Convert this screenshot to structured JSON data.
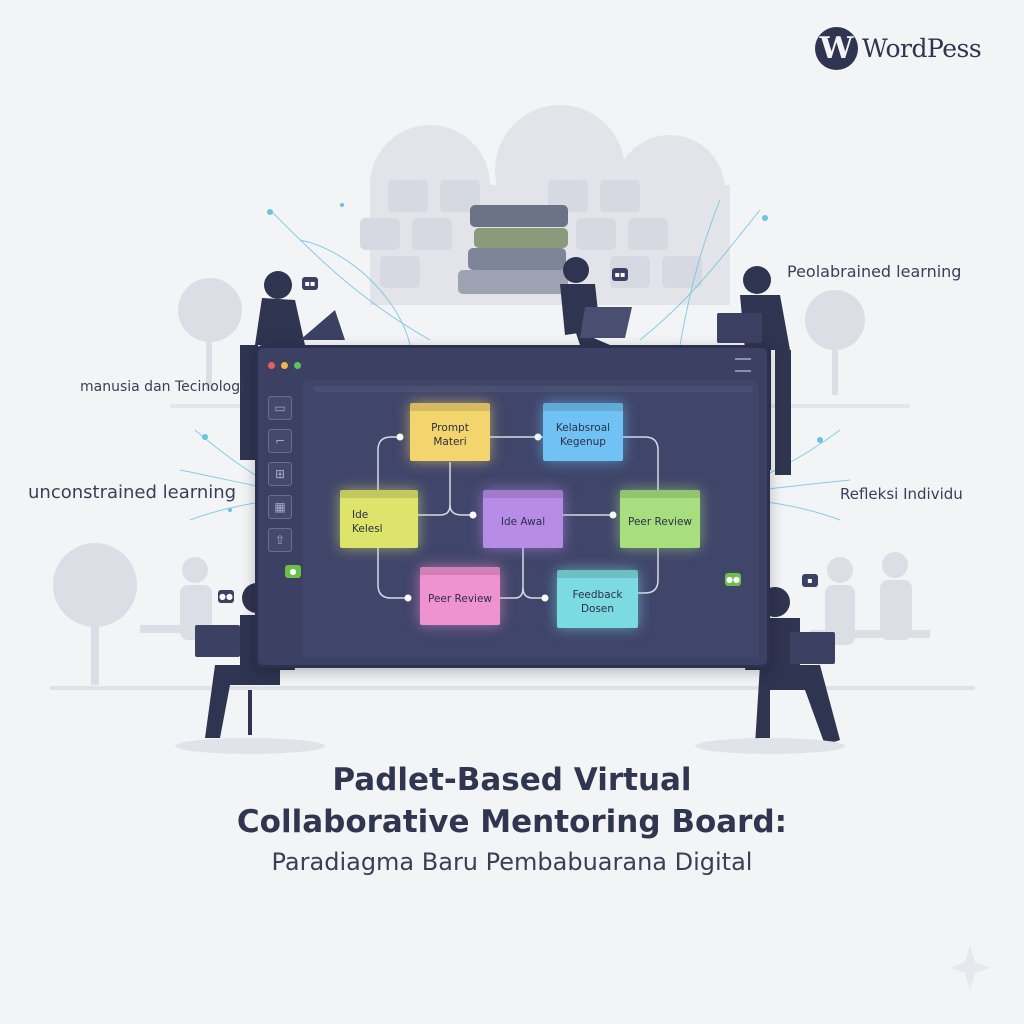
{
  "logo": {
    "mark": "W",
    "text": "WordPess"
  },
  "side_labels": {
    "top_right": "Peolabrained learning",
    "left_upper": "manusia dan Tecinologi",
    "left_lower": "unconstrained learning",
    "right_middle": "Refleksi Individu"
  },
  "board": {
    "window_dot_colors": [
      "#e8605a",
      "#f0b648",
      "#5fc15c"
    ],
    "sidebar_icons": [
      "image-icon",
      "folder-icon",
      "gallery-icon",
      "grid-icon",
      "share-icon"
    ],
    "notes": [
      {
        "id": "prompt",
        "line1": "Prompt Materi",
        "line2": "",
        "color": "#f4d46c"
      },
      {
        "id": "kelompok",
        "line1": "Kelabsroal",
        "line2": "Kegenup",
        "color": "#6fc2f3"
      },
      {
        "id": "ide-kelas",
        "line1": "Ide",
        "line2": "Kelesl",
        "color": "#dce46c"
      },
      {
        "id": "ide-awal",
        "line1": "Ide Awal",
        "line2": "",
        "color": "#b78ce6"
      },
      {
        "id": "peer-green",
        "line1": "Peer Review",
        "line2": "",
        "color": "#a7df7e"
      },
      {
        "id": "peer-pink",
        "line1": "Peer Review",
        "line2": "",
        "color": "#ee92d0"
      },
      {
        "id": "feedback",
        "line1": "Feedback Dosen",
        "line2": "",
        "color": "#7bdbe0"
      }
    ]
  },
  "title": {
    "line1": "Padlet-Based Virtual",
    "line2": "Collaborative Mentoring Board:",
    "subtitle": "Paradiagma Baru Pembabuarana Digital"
  },
  "colors": {
    "background": "#f3f4f6",
    "board": "#3c4163",
    "silhouette": "#2f3450",
    "accent_line": "#6cc3e0"
  }
}
